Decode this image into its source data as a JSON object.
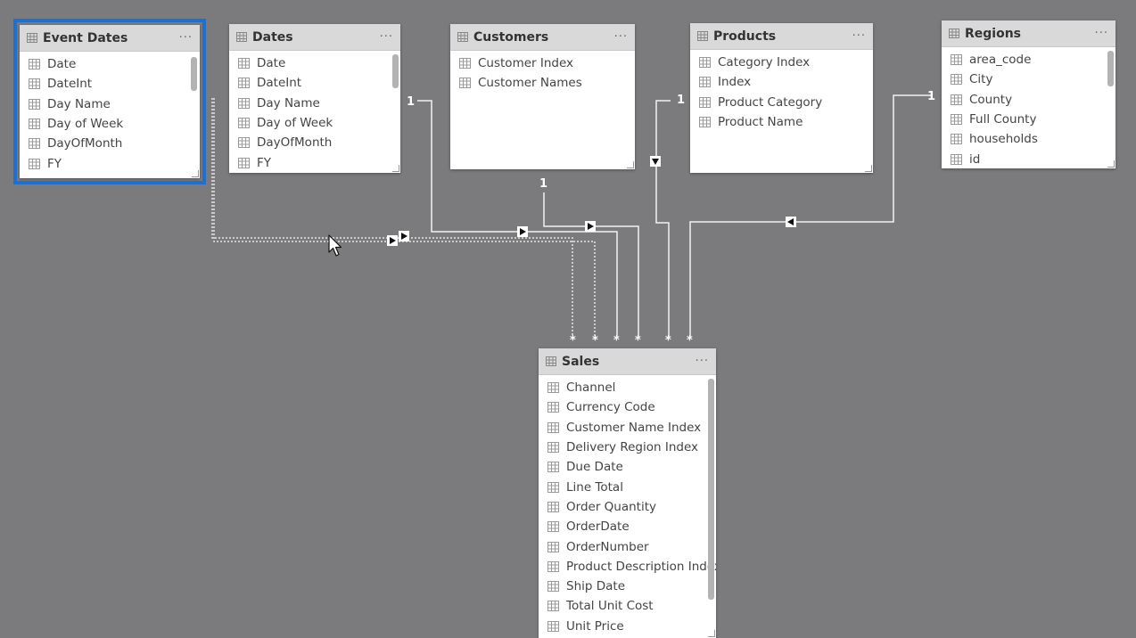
{
  "window": {
    "background": "#7b7b7d",
    "selection_color": "#1f6fd1"
  },
  "icons": {
    "table_header": "table-grid-icon",
    "field": "field-table-icon",
    "more": "ellipsis-icon"
  },
  "tables": {
    "event_dates": {
      "title": "Event Dates",
      "more": "···",
      "fields": [
        "Date",
        "DateInt",
        "Day Name",
        "Day of Week",
        "DayOfMonth",
        "FY"
      ]
    },
    "dates": {
      "title": "Dates",
      "more": "···",
      "fields": [
        "Date",
        "DateInt",
        "Day Name",
        "Day of Week",
        "DayOfMonth",
        "FY"
      ]
    },
    "customers": {
      "title": "Customers",
      "more": "···",
      "fields": [
        "Customer Index",
        "Customer Names"
      ]
    },
    "products": {
      "title": "Products",
      "more": "···",
      "fields": [
        "Category Index",
        "Index",
        "Product Category",
        "Product Name"
      ]
    },
    "regions": {
      "title": "Regions",
      "more": "···",
      "fields": [
        "area_code",
        "City",
        "County",
        "Full County",
        "households",
        "id"
      ]
    },
    "sales": {
      "title": "Sales",
      "more": "···",
      "fields": [
        "Channel",
        "Currency Code",
        "Customer Name Index",
        "Delivery Region Index",
        "Due Date",
        "Line Total",
        "Order Quantity",
        "OrderDate",
        "OrderNumber",
        "Product Description Index",
        "Ship Date",
        "Total Unit Cost",
        "Unit Price"
      ]
    }
  },
  "relationships": {
    "one_label": "1",
    "many_label": "*"
  }
}
